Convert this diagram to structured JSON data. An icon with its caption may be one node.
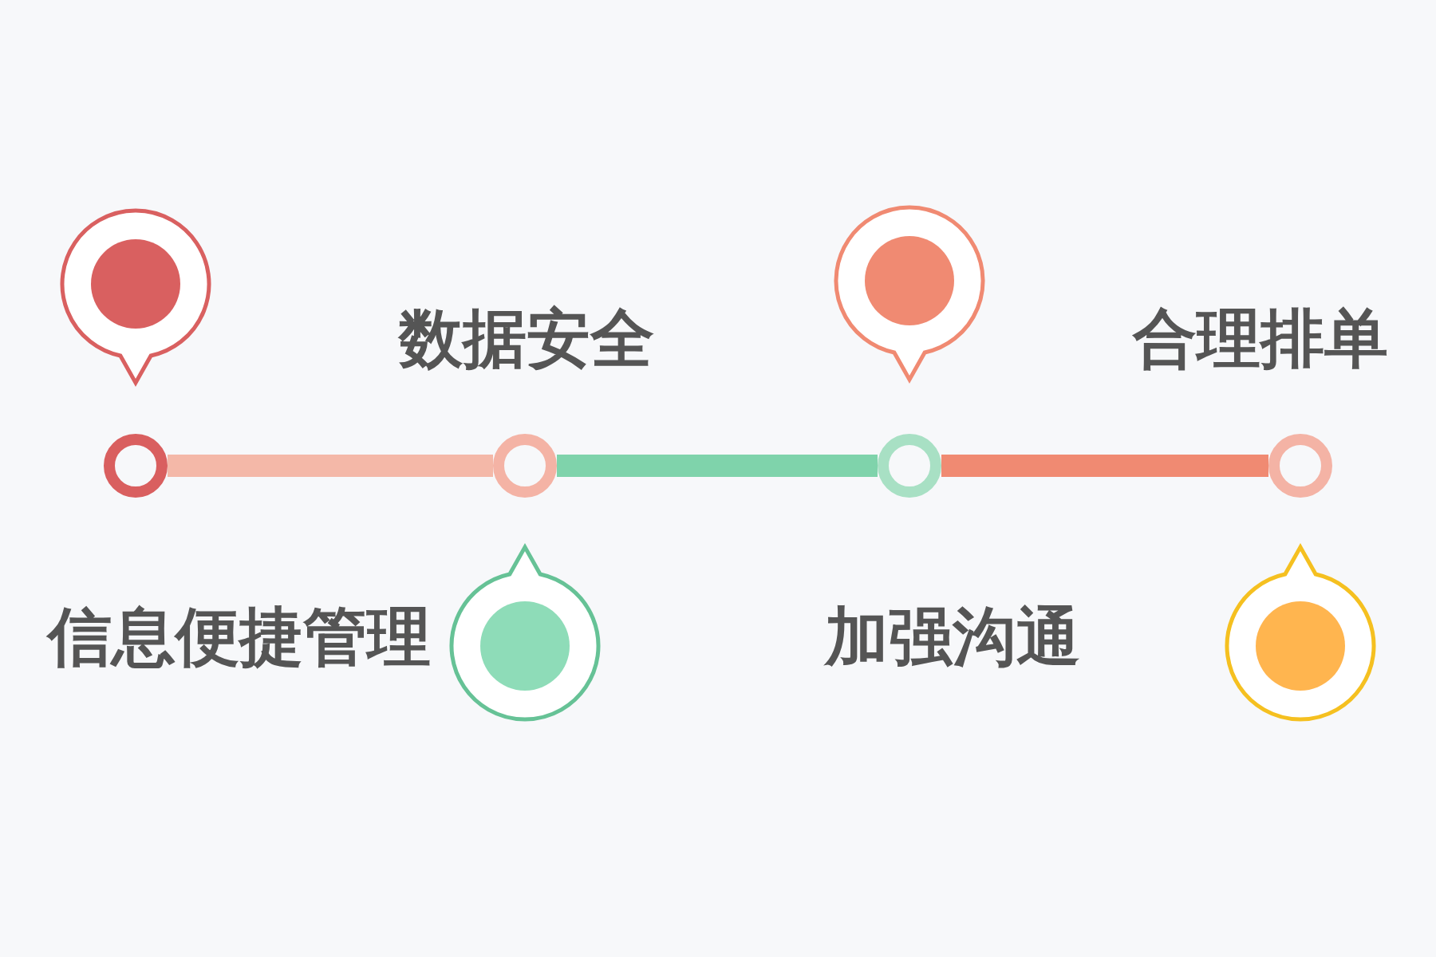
{
  "diagram": {
    "nodes": [
      {
        "text": [],
        "shape": "circle"
      },
      {
        "text": [],
        "shape": "circle"
      },
      {
        "text": [],
        "shape": "circle"
      },
      {
        "text": [],
        "shape": "circle"
      }
    ],
    "edges": [
      {
        "from": 0,
        "to": 1,
        "arrow": "none",
        "color": "#f4b8a8"
      },
      {
        "from": 1,
        "to": 2,
        "arrow": "none",
        "color": "#7fd3ab"
      },
      {
        "from": 2,
        "to": 3,
        "arrow": "none",
        "color": "#f08a72"
      }
    ],
    "labels": [
      "数据安全",
      "合理排单",
      "信息便捷管理",
      "加强沟通"
    ]
  }
}
